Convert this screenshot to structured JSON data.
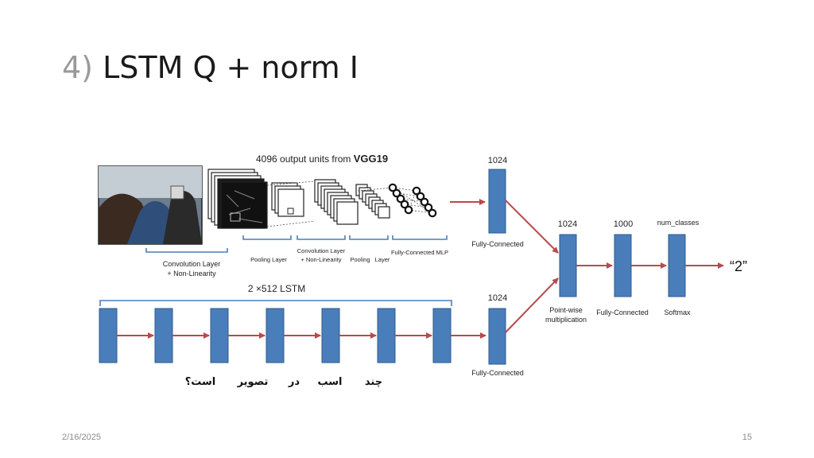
{
  "slide": {
    "title_number": "4)",
    "title_text": "LSTM Q + norm I",
    "date": "2/16/2025",
    "page": "15"
  },
  "diagram": {
    "vgg_header": "4096 output units from ",
    "vgg_bold": "VGG19",
    "labels": {
      "conv1_a": "Convolution Layer",
      "conv1_b": "+ Non-Linearity",
      "pool1": "Pooling Layer",
      "conv2_a": "Convolution Layer",
      "conv2_b": "+ Non-Linearity",
      "pool2_a": "Pooling",
      "pool2_b": "Layer",
      "fc_mlp": "Fully-Connected MLP"
    },
    "lstm_label": "2 ×512 LSTM",
    "fc_top_size": "1024",
    "fc_top_label": "Fully-Connected",
    "fc_bottom_size": "1024",
    "fc_bottom_label": "Fully-Connected",
    "pw_size": "1024",
    "pw_label_a": "Point-wise",
    "pw_label_b": "multiplication",
    "fc2_size": "1000",
    "fc2_label": "Fully-Connected",
    "sm_size": "num_classes",
    "sm_label": "Softmax",
    "output": "“2”",
    "words": [
      "چند",
      "اسب",
      "در",
      "تصویر",
      "است؟"
    ],
    "colors": {
      "block": "#4a7ebb",
      "block_edge": "#2c5a8e",
      "arrow": "#b84a4a",
      "bracket": "#4a7ebb"
    }
  }
}
